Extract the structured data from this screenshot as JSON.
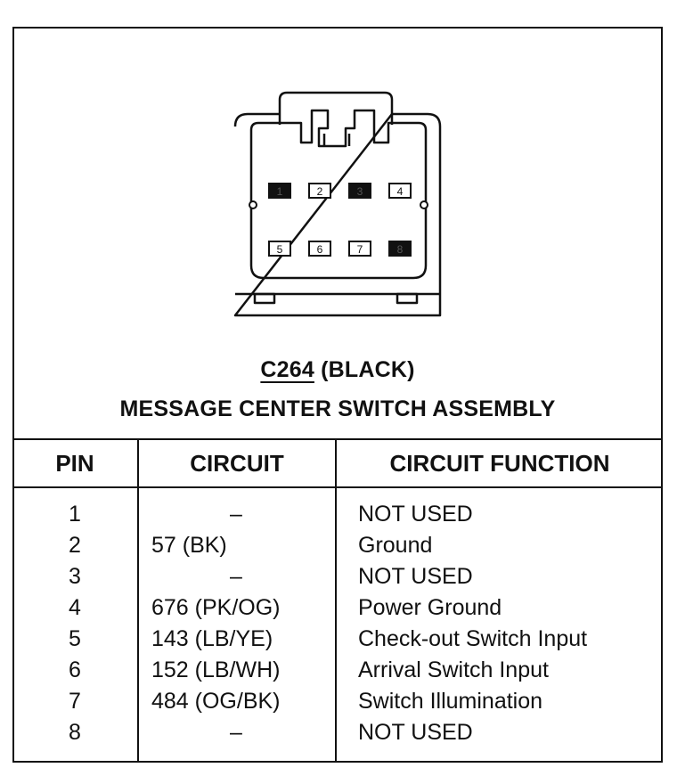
{
  "connector": {
    "id": "C264",
    "color": "(BLACK)",
    "name": "MESSAGE CENTER SWITCH ASSEMBLY",
    "pins": [
      {
        "label": "1",
        "filled": true
      },
      {
        "label": "2",
        "filled": false
      },
      {
        "label": "3",
        "filled": true
      },
      {
        "label": "4",
        "filled": false
      },
      {
        "label": "5",
        "filled": false
      },
      {
        "label": "6",
        "filled": false
      },
      {
        "label": "7",
        "filled": false
      },
      {
        "label": "8",
        "filled": true
      }
    ]
  },
  "table": {
    "headers": {
      "pin": "PIN",
      "circuit": "CIRCUIT",
      "function": "CIRCUIT FUNCTION"
    },
    "rows": [
      {
        "pin": "1",
        "circuit": "–",
        "function": "NOT USED"
      },
      {
        "pin": "2",
        "circuit": "57 (BK)",
        "function": "Ground"
      },
      {
        "pin": "3",
        "circuit": "–",
        "function": "NOT USED"
      },
      {
        "pin": "4",
        "circuit": "676 (PK/OG)",
        "function": "Power Ground"
      },
      {
        "pin": "5",
        "circuit": "143 (LB/YE)",
        "function": "Check-out Switch Input"
      },
      {
        "pin": "6",
        "circuit": "152 (LB/WH)",
        "function": "Arrival Switch Input"
      },
      {
        "pin": "7",
        "circuit": "484 (OG/BK)",
        "function": "Switch Illumination"
      },
      {
        "pin": "8",
        "circuit": "–",
        "function": "NOT USED"
      }
    ]
  }
}
